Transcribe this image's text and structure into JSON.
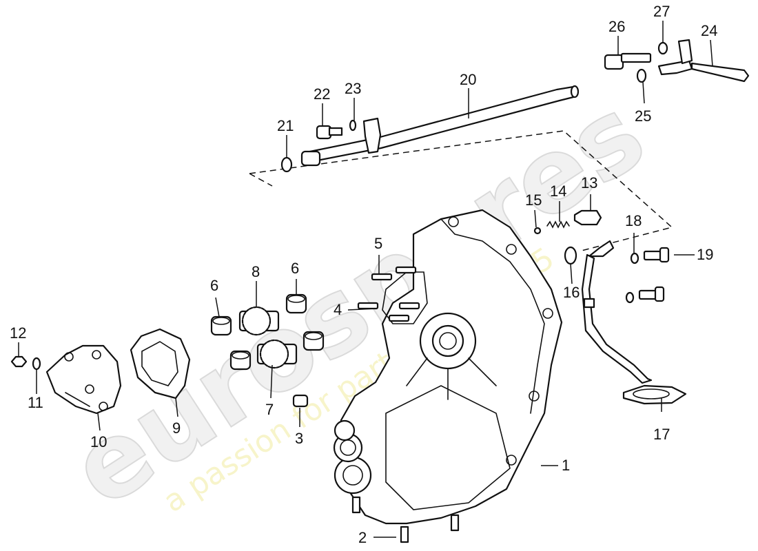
{
  "watermark": {
    "brand": "eurospares",
    "tagline": "a passion for parts since 1985"
  },
  "part_numbers": [
    "1",
    "2",
    "3",
    "4",
    "5",
    "6",
    "6",
    "7",
    "8",
    "9",
    "10",
    "11",
    "12",
    "13",
    "14",
    "15",
    "16",
    "17",
    "18",
    "19",
    "20",
    "21",
    "22",
    "23",
    "24",
    "25",
    "26",
    "27"
  ],
  "colors": {
    "line": "#111111",
    "background": "#ffffff",
    "watermark_text": "#f1eca0"
  }
}
